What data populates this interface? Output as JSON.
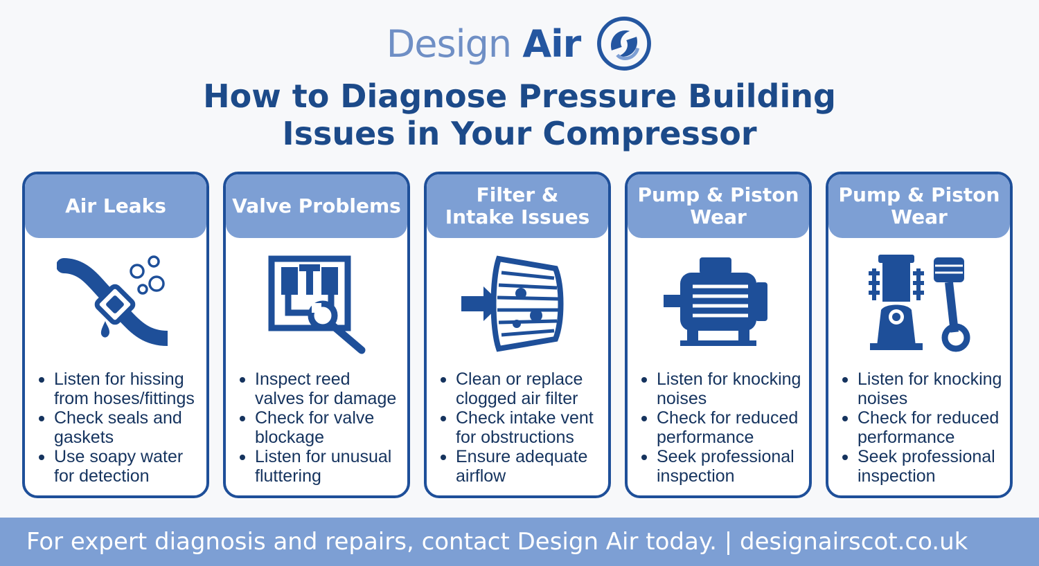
{
  "brand": {
    "name_part1": "Design",
    "name_part2": "Air"
  },
  "headline": {
    "line1": "How to Diagnose Pressure Building",
    "line2": "Issues in Your Compressor"
  },
  "colors": {
    "accent": "#1e4f99",
    "header_fill": "#7d9fd4",
    "text": "#15335e"
  },
  "cards": [
    {
      "title_line1": "Air Leaks",
      "title_line2": "",
      "icon": "leaking-hose-icon",
      "bullets": [
        "Listen for hissing from hoses/fittings",
        "Check seals and gaskets",
        "Use soapy water for detection"
      ]
    },
    {
      "title_line1": "Valve Problems",
      "title_line2": "",
      "icon": "valve-wrench-icon",
      "bullets": [
        "Inspect reed valves for damage",
        "Check for valve blockage",
        "Listen for unusual fluttering"
      ]
    },
    {
      "title_line1": "Filter &",
      "title_line2": "Intake Issues",
      "icon": "air-filter-icon",
      "bullets": [
        "Clean or replace clogged air filter",
        "Check intake vent for obstructions",
        "Ensure adequate airflow"
      ]
    },
    {
      "title_line1": "Pump & Piston",
      "title_line2": "Wear",
      "icon": "electric-motor-icon",
      "bullets": [
        "Listen for knocking noises",
        "Check for reduced performance",
        "Seek professional inspection"
      ]
    },
    {
      "title_line1": "Pump & Piston",
      "title_line2": "Wear",
      "icon": "pump-piston-icon",
      "bullets": [
        "Listen for knocking noises",
        "Check for reduced performance",
        "Seek professional inspection"
      ]
    }
  ],
  "footer": {
    "text": "For expert diagnosis and repairs, contact Design Air today. | designairscot.co.uk"
  }
}
